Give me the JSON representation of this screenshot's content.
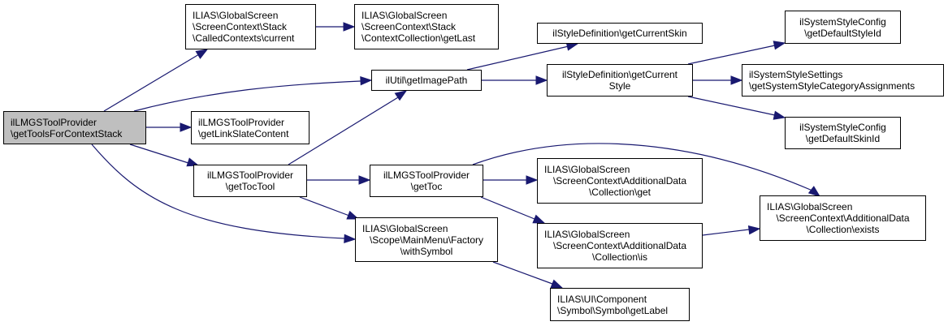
{
  "diagram": {
    "title": "Call graph of ilLMGSToolProvider\\getToolsForContextStack",
    "colors": {
      "edge": "#191970",
      "root_fill": "#bfbfbf",
      "node_fill": "#ffffff",
      "border": "#000000"
    },
    "nodes": [
      {
        "id": "root",
        "lines": [
          "ilLMGSToolProvider",
          "\\getToolsForContextStack"
        ],
        "root": true
      },
      {
        "id": "calledcontexts-current",
        "lines": [
          "ILIAS\\GlobalScreen",
          "\\ScreenContext\\Stack",
          "\\CalledContexts\\current"
        ]
      },
      {
        "id": "contextcollection-getlast",
        "lines": [
          "ILIAS\\GlobalScreen",
          "\\ScreenContext\\Stack",
          "\\ContextCollection\\getLast"
        ]
      },
      {
        "id": "ilutil-getimagepath",
        "lines": [
          "ilUtil\\getImagePath"
        ]
      },
      {
        "id": "getlinkslatecontent",
        "lines": [
          "ilLMGSToolProvider",
          "\\getLinkSlateContent"
        ]
      },
      {
        "id": "gettoctool",
        "lines": [
          "ilLMGSToolProvider",
          "\\getTocTool"
        ]
      },
      {
        "id": "withsymbol",
        "lines": [
          "ILIAS\\GlobalScreen",
          "\\Scope\\MainMenu\\Factory",
          "\\withSymbol"
        ]
      },
      {
        "id": "gettoc",
        "lines": [
          "ilLMGSToolProvider",
          "\\getToc"
        ]
      },
      {
        "id": "getcurrentskin",
        "lines": [
          "ilStyleDefinition\\getCurrentSkin"
        ]
      },
      {
        "id": "getcurrentstyle",
        "lines": [
          "ilStyleDefinition\\getCurrent",
          "Style"
        ]
      },
      {
        "id": "getdefaultstyleid",
        "lines": [
          "ilSystemStyleConfig",
          "\\getDefaultStyleId"
        ]
      },
      {
        "id": "getsystemstylecategoryassignments",
        "lines": [
          "ilSystemStyleSettings",
          "\\getSystemStyleCategoryAssignments"
        ]
      },
      {
        "id": "getdefaultskinid",
        "lines": [
          "ilSystemStyleConfig",
          "\\getDefaultSkinId"
        ]
      },
      {
        "id": "collection-get",
        "lines": [
          "ILIAS\\GlobalScreen",
          "\\ScreenContext\\AdditionalData",
          "\\Collection\\get"
        ]
      },
      {
        "id": "collection-is",
        "lines": [
          "ILIAS\\GlobalScreen",
          "\\ScreenContext\\AdditionalData",
          "\\Collection\\is"
        ]
      },
      {
        "id": "collection-exists",
        "lines": [
          "ILIAS\\GlobalScreen",
          "\\ScreenContext\\AdditionalData",
          "\\Collection\\exists"
        ]
      },
      {
        "id": "symbol-getlabel",
        "lines": [
          "ILIAS\\UI\\Component",
          "\\Symbol\\Symbol\\getLabel"
        ]
      }
    ],
    "edges": [
      {
        "from": "root",
        "to": "calledcontexts-current"
      },
      {
        "from": "root",
        "to": "ilutil-getimagepath"
      },
      {
        "from": "root",
        "to": "getlinkslatecontent"
      },
      {
        "from": "root",
        "to": "gettoctool"
      },
      {
        "from": "root",
        "to": "withsymbol"
      },
      {
        "from": "calledcontexts-current",
        "to": "contextcollection-getlast"
      },
      {
        "from": "gettoctool",
        "to": "ilutil-getimagepath"
      },
      {
        "from": "gettoctool",
        "to": "gettoc"
      },
      {
        "from": "gettoctool",
        "to": "withsymbol"
      },
      {
        "from": "ilutil-getimagepath",
        "to": "getcurrentskin"
      },
      {
        "from": "ilutil-getimagepath",
        "to": "getcurrentstyle"
      },
      {
        "from": "getcurrentstyle",
        "to": "getdefaultstyleid"
      },
      {
        "from": "getcurrentstyle",
        "to": "getsystemstylecategoryassignments"
      },
      {
        "from": "getcurrentstyle",
        "to": "getdefaultskinid"
      },
      {
        "from": "gettoc",
        "to": "collection-get"
      },
      {
        "from": "gettoc",
        "to": "collection-is"
      },
      {
        "from": "gettoc",
        "to": "collection-exists"
      },
      {
        "from": "collection-is",
        "to": "collection-exists"
      },
      {
        "from": "withsymbol",
        "to": "symbol-getlabel"
      }
    ]
  }
}
